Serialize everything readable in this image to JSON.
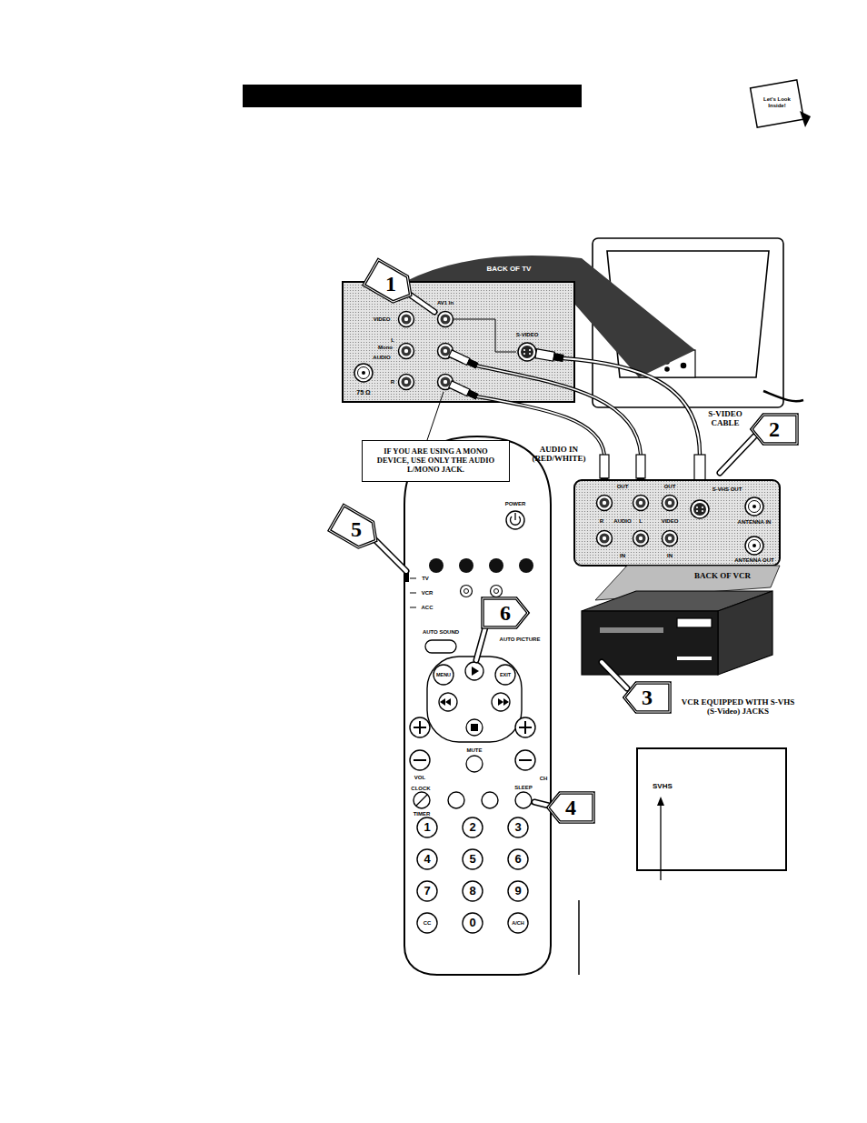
{
  "diagram": {
    "nodes": [
      {
        "text": [
          "IF YOU ARE USING A MONO DEVICE, USE ONLY THE AUDIO L/MONO JACK."
        ]
      },
      {
        "text": [
          "SVHS"
        ]
      }
    ],
    "labels": [
      "Let's Look Inside!",
      "1",
      "2",
      "3",
      "4",
      "5",
      "6",
      "BACK OF TV",
      "AV1 In",
      "VIDEO",
      "L",
      "Mono",
      "AUDIO",
      "R",
      "S-VIDEO",
      "75 Ω",
      "S-VIDEO CABLE",
      "AUDIO IN (RED/WHITE)",
      "OUT",
      "OUT",
      "S-VHS OUT",
      "ANTENNA IN",
      "R",
      "AUDIO",
      "L",
      "VIDEO",
      "IN",
      "IN",
      "ANTENNA OUT",
      "BACK OF VCR",
      "VCR EQUIPPED WITH S-VHS (S-Video) JACKS",
      "POWER",
      "TV",
      "VCR",
      "ACC",
      "AUTO SOUND",
      "AUTO PICTURE",
      "MENU",
      "EXIT",
      "MUTE",
      "VOL",
      "CH",
      "CLOCK",
      "TIMER",
      "SLEEP",
      "1",
      "2",
      "3",
      "4",
      "5",
      "6",
      "7",
      "8",
      "9",
      "0",
      "CC",
      "A/CH"
    ]
  }
}
